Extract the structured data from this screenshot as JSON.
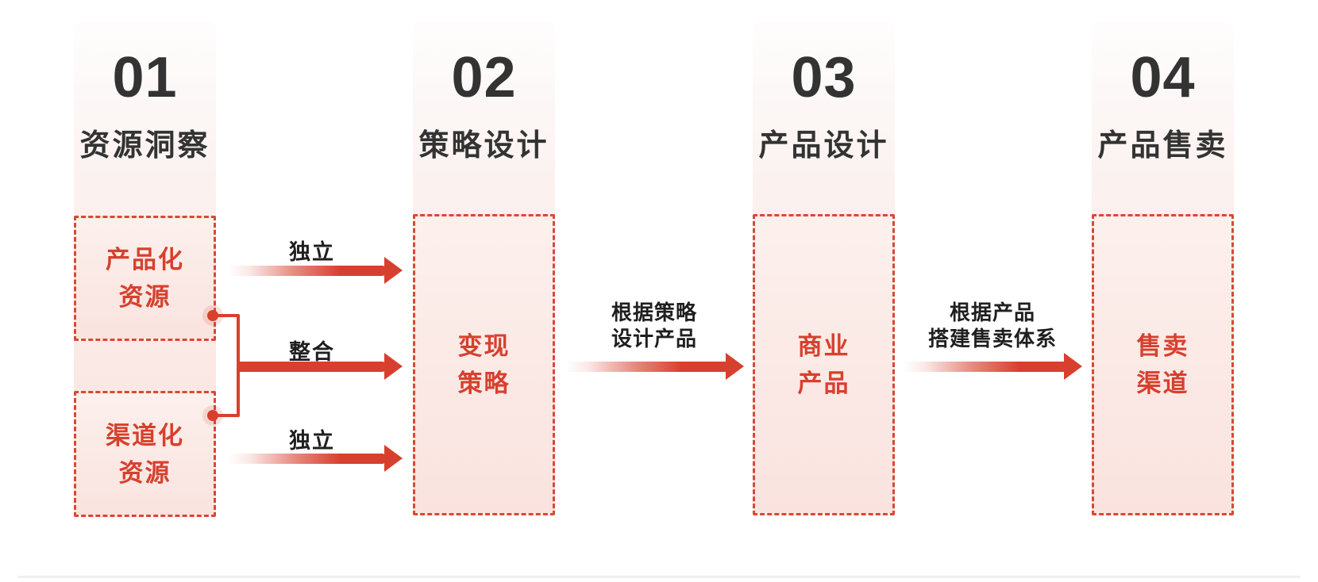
{
  "diagram": {
    "columns": [
      {
        "number": "01",
        "title": "资源洞察",
        "boxes": [
          {
            "line1": "产品化",
            "line2": "资源"
          },
          {
            "line1": "渠道化",
            "line2": "资源"
          }
        ]
      },
      {
        "number": "02",
        "title": "策略设计",
        "boxes": [
          {
            "line1": "变现",
            "line2": "策略"
          }
        ]
      },
      {
        "number": "03",
        "title": "产品设计",
        "boxes": [
          {
            "line1": "商业",
            "line2": "产品"
          }
        ]
      },
      {
        "number": "04",
        "title": "产品售卖",
        "boxes": [
          {
            "line1": "售卖",
            "line2": "渠道"
          }
        ]
      }
    ],
    "arrow_labels": {
      "top_independent": "独立",
      "merge": "整合",
      "bottom_independent": "独立",
      "stage2_to_3": {
        "line1": "根据策略",
        "line2": "设计产品"
      },
      "stage3_to_4": {
        "line1": "根据产品",
        "line2": "搭建售卖体系"
      }
    },
    "colors": {
      "accent_red": "#D7402E",
      "dash_red": "#DC4732",
      "heading_dark": "#333333",
      "label_black": "#1F1F1F",
      "box_fill_top": "#FCF0ED",
      "box_fill_bottom": "#FAE3DF",
      "strip_top": "#FEFDFD",
      "strip_bottom": "#F9E4E0",
      "divider_gray": "#F1EFEF"
    }
  }
}
